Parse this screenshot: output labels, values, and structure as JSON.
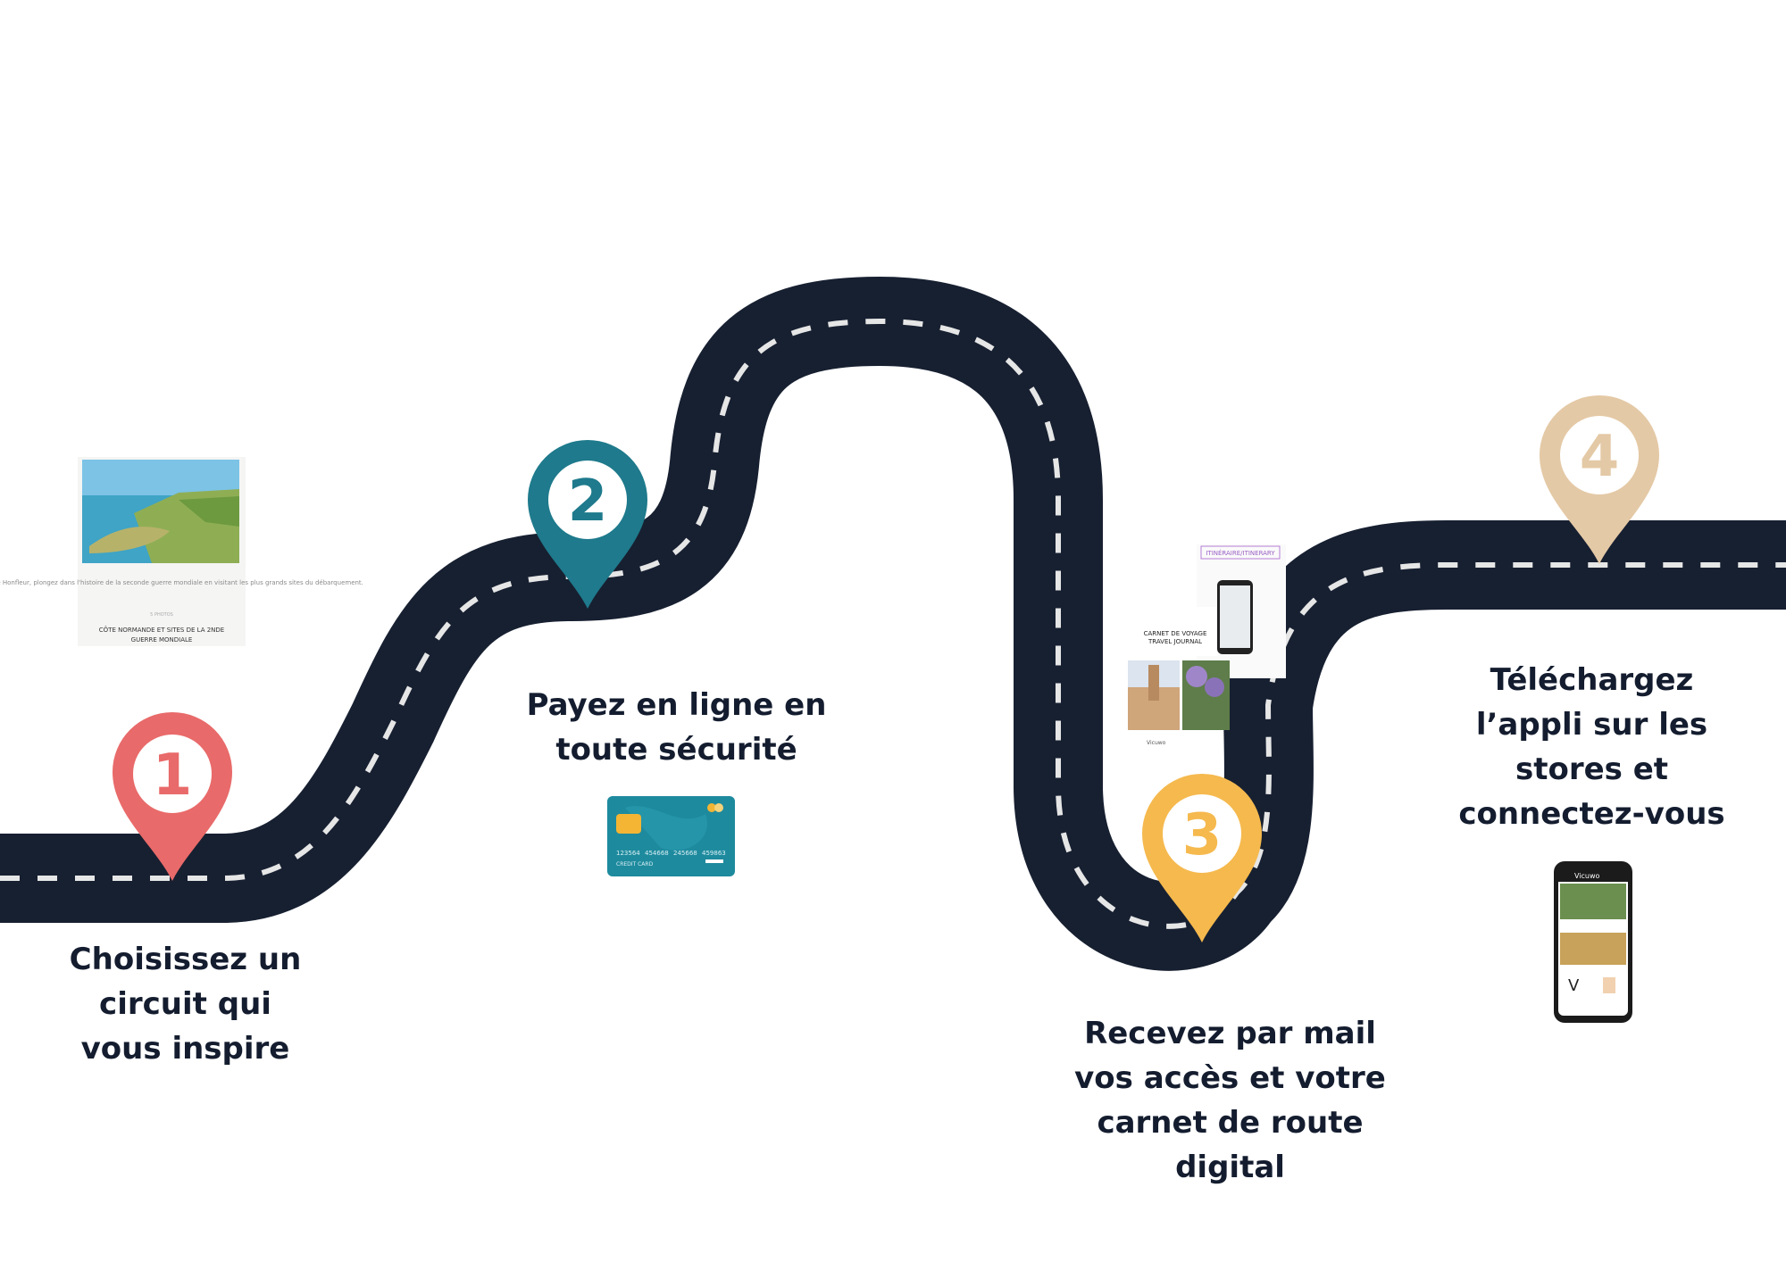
{
  "colors": {
    "road": "#172031",
    "dash": "#e6e6e6",
    "pin1": "#e96a6a",
    "pin2": "#1e7a8c",
    "pin3": "#f5b94e",
    "pin4": "#e4c9a6"
  },
  "steps": [
    {
      "number": "1",
      "lines": [
        "Choisissez un",
        "circuit  qui",
        "vous inspire"
      ]
    },
    {
      "number": "2",
      "lines": [
        "Payez en ligne en",
        "toute sécurité"
      ]
    },
    {
      "number": "3",
      "lines": [
        "Recevez par mail",
        "vos accès et votre",
        "carnet de route",
        "digital"
      ]
    },
    {
      "number": "4",
      "lines": [
        "Téléchargez",
        "l’appli sur les",
        "stores et",
        "connectez-vous"
      ]
    }
  ],
  "circuit_card": {
    "description": "Au départ de Honfleur, plongez dans l'histoire de la seconde guerre mondiale en visitant les plus grands sites du débarquement.",
    "tag": "5 PHOTOS",
    "title_lines": [
      "CÔTE NORMANDE ET SITES DE LA 2NDE",
      "GUERRE MONDIALE"
    ]
  },
  "credit_card": {
    "number_groups": [
      "123564",
      "454668",
      "245668",
      "459863"
    ],
    "label": "CREDIT CARD"
  },
  "carnet": {
    "header": "ITINÉRAIRE/ITINERARY",
    "title_lines": [
      "CARNET DE VOYAGE",
      "TRAVEL JOURNAL"
    ],
    "brand": "Vicuwo"
  },
  "app": {
    "brand": "Vicuwo"
  }
}
